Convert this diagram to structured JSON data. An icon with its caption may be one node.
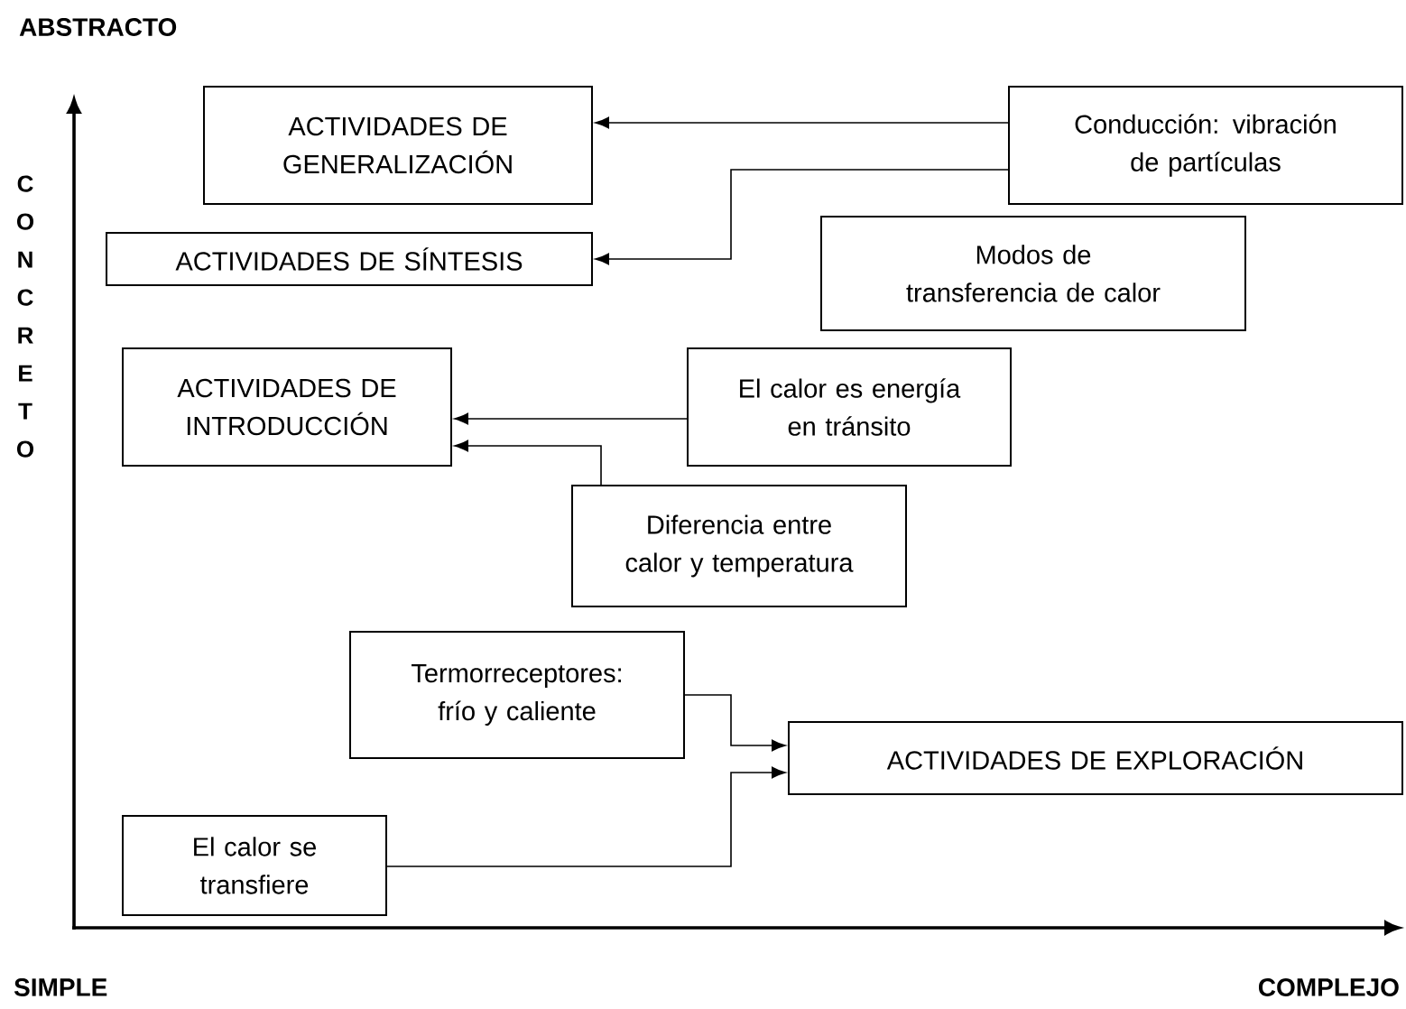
{
  "diagram": {
    "nodes": [
      {
        "text": [
          "ACTIVIDADES DE GENERALIZACIÓN"
        ]
      },
      {
        "text": [
          "ACTIVIDADES DE SÍNTESIS"
        ]
      },
      {
        "text": [
          "Conducción: vibración de partículas"
        ]
      },
      {
        "text": [
          "Modos de transferencia de calor"
        ]
      },
      {
        "text": [
          "ACTIVIDADES DE INTRODUCCIÓN"
        ]
      },
      {
        "text": [
          "El calor es energía en tránsito"
        ]
      },
      {
        "text": [
          "Diferencia entre calor y temperatura"
        ]
      },
      {
        "text": [
          "Termorreceptores: frío y caliente"
        ]
      },
      {
        "text": [
          "ACTIVIDADES DE EXPLORACIÓN"
        ]
      },
      {
        "text": [
          "El calor se transfiere"
        ]
      }
    ],
    "edges": [
      {
        "from": 2,
        "to": 0,
        "arrow": "to"
      },
      {
        "from": 2,
        "to": 1,
        "arrow": "to"
      },
      {
        "from": 5,
        "to": 4,
        "arrow": "to"
      },
      {
        "from": 6,
        "to": 4,
        "arrow": "to"
      },
      {
        "from": 7,
        "to": 8,
        "arrow": "to"
      },
      {
        "from": 9,
        "to": 8,
        "arrow": "to"
      }
    ],
    "labels": [
      "ABSTRACTO",
      "CONCRETO",
      "SIMPLE",
      "COMPLEJO"
    ]
  }
}
